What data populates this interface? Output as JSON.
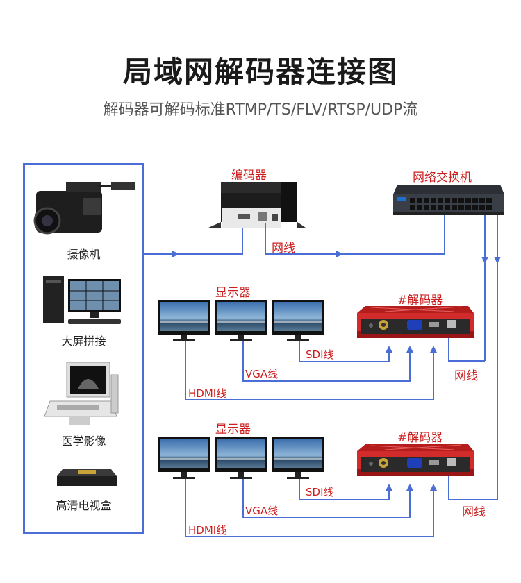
{
  "header": {
    "title": "局域网解码器连接图",
    "subtitle": "解码器可解码标准RTMP/TS/FLV/RTSP/UDP流"
  },
  "sources": [
    {
      "label": "摄像机",
      "icon": "camcorder-icon"
    },
    {
      "label": "大屏拼接",
      "icon": "desktop-pc-icon"
    },
    {
      "label": "医学影像",
      "icon": "ultrasound-icon"
    },
    {
      "label": "高清电视盒",
      "icon": "tv-box-icon"
    }
  ],
  "devices": {
    "encoder": "编码器",
    "switch": "网络交换机",
    "decoder_1": "#解码器",
    "decoder_2": "#解码器",
    "display_1": "显示器",
    "display_2": "显示器"
  },
  "cables": {
    "net_1": "网线",
    "net_2": "网线",
    "net_3": "网线",
    "sdi_1": "SDI线",
    "vga_1": "VGA线",
    "hdmi_1": "HDMI线",
    "sdi_2": "SDI线",
    "vga_2": "VGA线",
    "hdmi_2": "HDMI线"
  },
  "colors": {
    "line": "#4b6ed6",
    "label_red": "#cc1f1f",
    "decoder_red": "#d22b2b"
  }
}
